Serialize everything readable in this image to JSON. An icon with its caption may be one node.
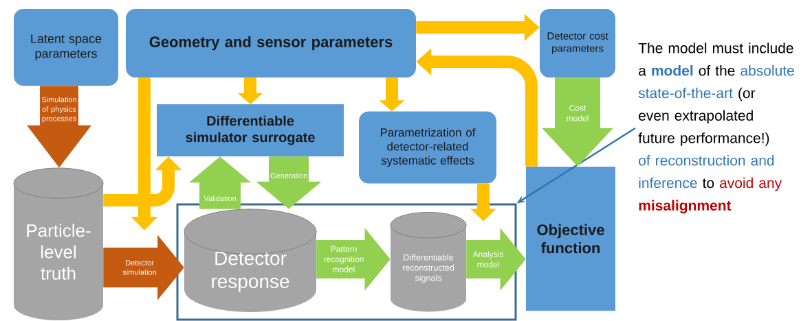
{
  "diagram": {
    "nodes": [
      {
        "text": [
          "Latent space parameters"
        ]
      },
      {
        "text": [
          "Geometry and sensor parameters"
        ]
      },
      {
        "text": [
          "Detector cost parameters"
        ]
      },
      {
        "text": [
          "Differentiable simulator surrogate"
        ]
      },
      {
        "text": [
          "Parametrization of detector-related systematic effects"
        ]
      },
      {
        "text": [
          "Particle-level truth"
        ]
      },
      {
        "text": [],
        "shape": "box"
      },
      {
        "text": [
          "Detector response"
        ],
        "in": 6
      },
      {
        "text": [
          "Differentiable reconstructed signals"
        ],
        "in": 6
      },
      {
        "text": [
          "Objective function"
        ]
      },
      {
        "text": [
          "The model must include a",
          "model",
          "of the",
          "absolute state-of-the-art",
          "(or even extrapolated future performance!)",
          "of reconstruction and inference",
          "to",
          "avoid any",
          "misalignment"
        ]
      }
    ],
    "edges": [
      {
        "from": 0,
        "to": 5,
        "arrow": "to",
        "label": "Simulation of physics processes",
        "style": "thick",
        "color": "#c55a11"
      },
      {
        "from": 1,
        "to": 2,
        "arrow": "to"
      },
      {
        "from": 9,
        "to": 1,
        "arrow": "to"
      },
      {
        "from": 1,
        "to": 3,
        "arrow": "to"
      },
      {
        "from": 1,
        "to": 4,
        "arrow": "to"
      },
      {
        "from": 1,
        "to": null,
        "arrow": "to"
      },
      {
        "from": 5,
        "to": 3,
        "arrow": "to"
      },
      {
        "from": 5,
        "to": 7,
        "arrow": "to",
        "label": "Detector simulation",
        "style": "thick",
        "color": "#c55a11"
      },
      {
        "from": 3,
        "to": 7,
        "arrow": "to",
        "label": "Generation",
        "style": "thick",
        "color": "#92d050"
      },
      {
        "from": 7,
        "to": 3,
        "arrow": "to",
        "label": "Validation",
        "style": "thick",
        "color": "#92d050"
      },
      {
        "from": 7,
        "to": 8,
        "arrow": "to",
        "label": "Pattern recognition model",
        "style": "thick",
        "color": "#92d050"
      },
      {
        "from": 8,
        "to": 9,
        "arrow": "to",
        "label": "Analysis model",
        "style": "thick",
        "color": "#92d050"
      },
      {
        "from": 4,
        "to": 6,
        "arrow": "to"
      },
      {
        "from": 2,
        "to": 9,
        "arrow": "to",
        "label": "Cost model",
        "style": "thick",
        "color": "#92d050"
      },
      {
        "from": 10,
        "to": 6,
        "arrow": "to",
        "color": "#2e75b6"
      }
    ]
  }
}
